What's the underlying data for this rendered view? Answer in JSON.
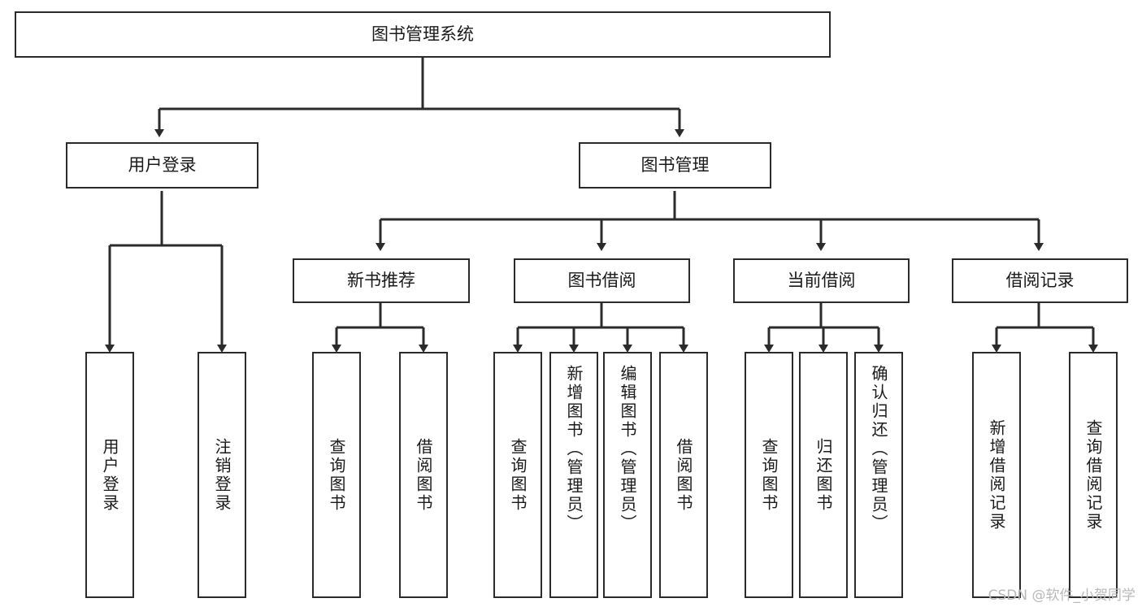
{
  "diagram": {
    "title": "图书管理系统",
    "type": "tree",
    "root": {
      "label": "图书管理系统"
    },
    "level2": [
      {
        "label": "用户登录"
      },
      {
        "label": "图书管理"
      }
    ],
    "level3": [
      {
        "label": "新书推荐"
      },
      {
        "label": "图书借阅"
      },
      {
        "label": "当前借阅"
      },
      {
        "label": "借阅记录"
      }
    ],
    "leaves": {
      "user_login": [
        {
          "label": "用户登录"
        },
        {
          "label": "注销登录"
        }
      ],
      "new_book": [
        {
          "label": "查询图书"
        },
        {
          "label": "借阅图书"
        }
      ],
      "book_borrow": [
        {
          "label": "查询图书"
        },
        {
          "label": "新增图书（管理员）"
        },
        {
          "label": "编辑图书（管理员）"
        },
        {
          "label": "借阅图书"
        }
      ],
      "current_borrow": [
        {
          "label": "查询图书"
        },
        {
          "label": "归还图书"
        },
        {
          "label": "确认归还（管理员）"
        }
      ],
      "borrow_record": [
        {
          "label": "新增借阅记录"
        },
        {
          "label": "查询借阅记录"
        }
      ]
    }
  },
  "watermark": {
    "text": "CSDN @软件_小贺同学"
  },
  "colors": {
    "stroke": "#2b2b2b",
    "text": "#1a1a1a",
    "background": "#ffffff",
    "watermark": "#b9b9b9"
  }
}
